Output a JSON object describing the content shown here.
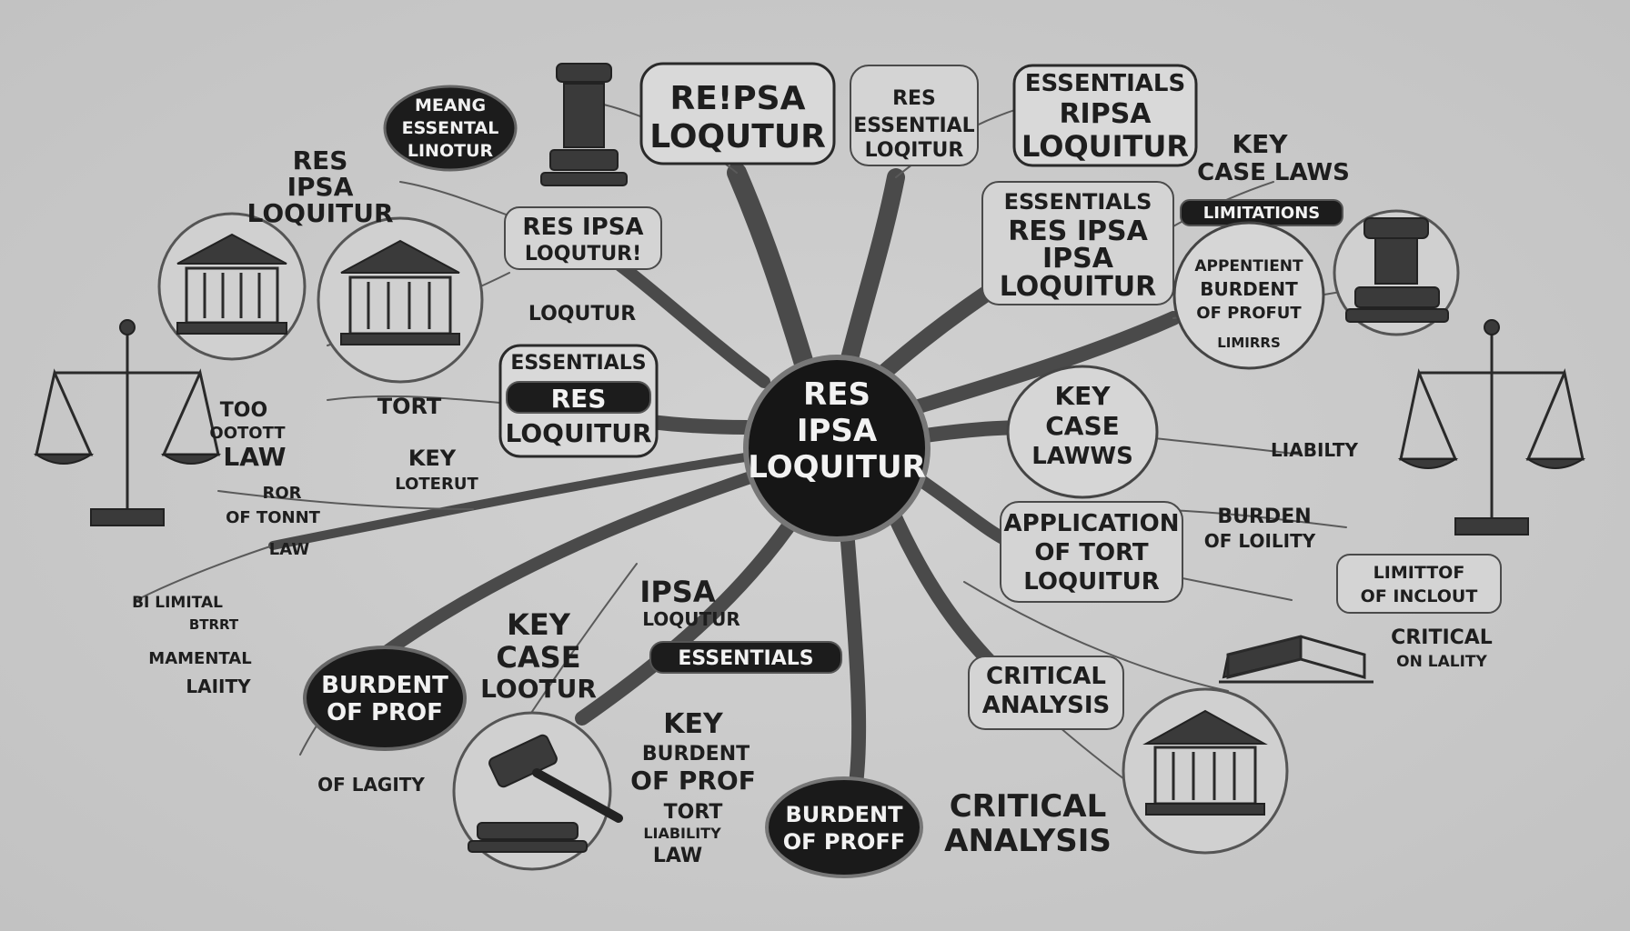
{
  "center": {
    "lines": [
      "RES",
      "IPSA",
      "LOQUITUR"
    ]
  },
  "nodes": {
    "n1": [
      "RE!PSA",
      "LOQUTUR"
    ],
    "n2": [
      "RES",
      "ESSENTIAL",
      "LOQITUR"
    ],
    "n3": [
      "ESSENTIALS",
      "RIPSA",
      "LOQUITUR"
    ],
    "n4": [
      "KEY",
      "CASE LAWS"
    ],
    "n5": [
      "LIMITATIONS"
    ],
    "n6": [
      "MEANG",
      "ESSENTAL",
      "LINOTUR"
    ],
    "n7": [
      "RES",
      "IPSA",
      "LOQUITUR"
    ],
    "n8": [
      "RES IPSA",
      "LOQUTUR!"
    ],
    "n9": [
      "LOQUTUR"
    ],
    "n10": [
      "ESSENTIALS",
      "RES IPSA",
      "IPSA",
      "LOQUITUR"
    ],
    "n11": [
      "APPENTIENT",
      "BURDENT",
      "OF PROFUT",
      "LIMIRRS"
    ],
    "n12": [
      "ESSENTIALS",
      "RES",
      "LOQUITUR"
    ],
    "n13": [
      "TORT"
    ],
    "n14": [
      "KEY",
      "LOTERUT"
    ],
    "n15": [
      "TOO",
      "OOTOTT",
      "LAW"
    ],
    "n16": [
      "KEY",
      "CASE",
      "LAWWS"
    ],
    "n17": [
      "LIABILTY"
    ],
    "n18": [
      "APPLICATION",
      "OF TORT",
      "LOQUITUR"
    ],
    "n19": [
      "BURDEN",
      "OF LOILITY"
    ],
    "n20": [
      "LIMITTOF",
      "OF INCLOUT"
    ],
    "n21": [
      "CRITICAL",
      "ON LALITY"
    ],
    "n22": [
      "CRITICAL",
      "ANALYSIS"
    ],
    "n23": [
      "IPSA",
      "LOQUTUR"
    ],
    "n24": [
      "ESSENTIALS"
    ],
    "n25": [
      "KEY",
      "CASE",
      "LOOTUR"
    ],
    "n26": [
      "BURDENT",
      "OF PROF"
    ],
    "n27": [
      "KEY",
      "BURDENT",
      "OF PROF"
    ],
    "n28": [
      "TORT",
      "LIABILITY",
      "LAW"
    ],
    "n29": [
      "BURDENT",
      "OF PROFF"
    ],
    "n30": [
      "CRITICAL",
      "ANALYSIS"
    ],
    "n31": [
      "MAMENTAL",
      "LAIITY"
    ],
    "n32": [
      "OF LAGITY"
    ],
    "n33": [
      "ROR",
      "OF TONNT"
    ],
    "n34": [
      "LAW"
    ],
    "n35": [
      "BI LIMITAL",
      "BTRRT"
    ]
  }
}
